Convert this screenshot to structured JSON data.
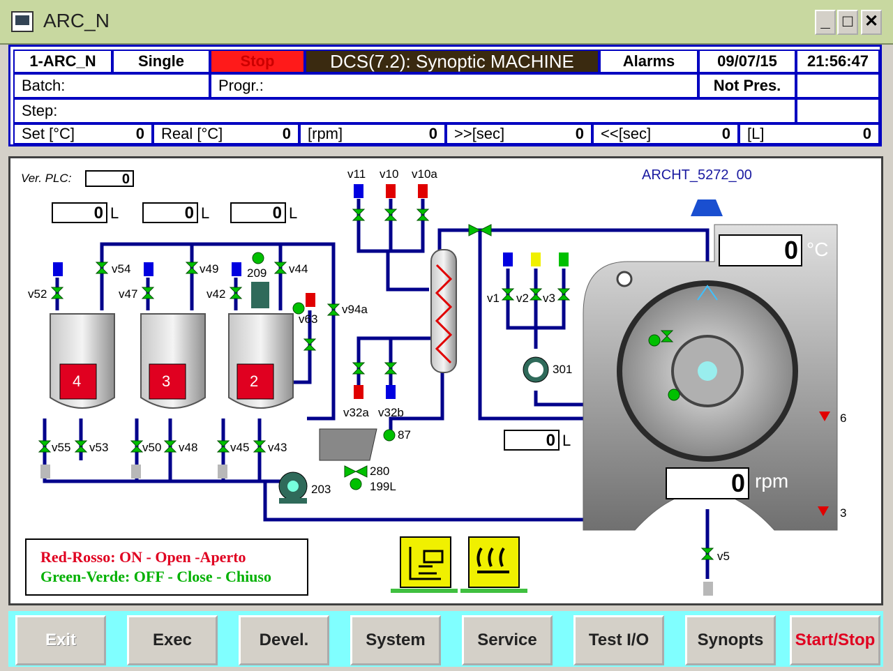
{
  "window": {
    "title": "ARC_N",
    "min": "_",
    "max": "□",
    "close": "✕"
  },
  "header": {
    "machine": "1-ARC_N",
    "mode": "Single",
    "state": "Stop",
    "dcs": "DCS(7.2): Synoptic MACHINE",
    "alarms": "Alarms",
    "date": "09/07/15",
    "time": "21:56:47",
    "batch_label": "Batch:",
    "progr_label": "Progr.:",
    "not_pres": "Not Pres.",
    "step_label": "Step:",
    "set_label": "Set [°C]",
    "set_value": "0",
    "real_label": "Real [°C]",
    "real_value": "0",
    "rpm_label": "[rpm]",
    "rpm_value": "0",
    "fwd_label": ">>[sec]",
    "fwd_value": "0",
    "back_label": "<<[sec]",
    "back_value": "0",
    "l_label": "[L]",
    "l_value": "0"
  },
  "synoptic": {
    "ver_plc_label": "Ver. PLC:",
    "ver_plc_value": "0",
    "machine_id": "ARCHT_5272_00",
    "tank_levels": [
      "0",
      "0",
      "0"
    ],
    "level_unit": "L",
    "tanks": [
      "4",
      "3",
      "2"
    ],
    "temp_value": "0",
    "temp_unit": "°C",
    "rpm_value": "0",
    "rpm_unit": "rpm",
    "meter_value": "0",
    "valves": {
      "v11": "v11",
      "v10": "v10",
      "v10a": "v10a",
      "v54": "v54",
      "v49": "v49",
      "v44": "v44",
      "v209": "209",
      "v52": "v52",
      "v47": "v47",
      "v42": "v42",
      "v63": "v63",
      "v94a": "v94a",
      "v1": "v1",
      "v2": "v2",
      "v3": "v3",
      "v301": "301",
      "v55": "v55",
      "v53": "v53",
      "v50": "v50",
      "v48": "v48",
      "v45": "v45",
      "v43": "v43",
      "v32a": "v32a",
      "v32b": "v32b",
      "v87": "87",
      "v280": "280",
      "v199l": "199L",
      "v203": "203",
      "v5": "v5",
      "s6": "6",
      "s3": "3"
    },
    "colors": {
      "pipe": "#00008b",
      "valve_off": "#00c000",
      "red": "#e00000",
      "blue": "#0000e0",
      "yellow": "#f0f000"
    }
  },
  "legend": {
    "line1": "Red-Rosso: ON - Open -Aperto",
    "line2": "Green-Verde: OFF - Close - Chiuso"
  },
  "footer": {
    "exit": "Exit",
    "exec": "Exec",
    "devel": "Devel.",
    "system": "System",
    "service": "Service",
    "test": "Test I/O",
    "synopts": "Synopts",
    "startstop": "Start/Stop"
  }
}
